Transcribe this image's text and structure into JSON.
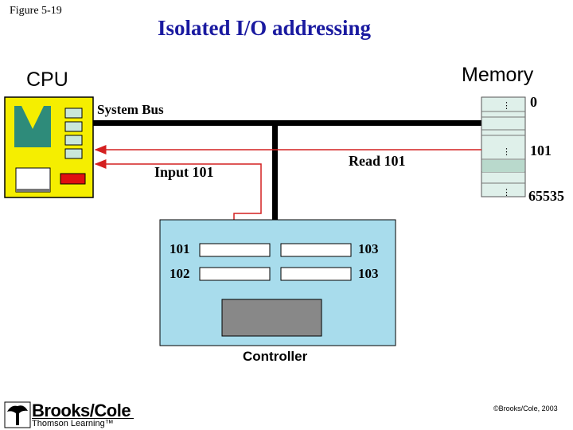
{
  "figure_label": "Figure 5-19",
  "title": "Isolated I/O addressing",
  "cpu": {
    "label": "CPU"
  },
  "memory": {
    "label": "Memory",
    "addresses": [
      "0",
      "101",
      "65535"
    ]
  },
  "bus": {
    "label": "System Bus"
  },
  "signals": {
    "input": "Input 101",
    "read": "Read 101"
  },
  "controller": {
    "label": "Controller",
    "registers": [
      {
        "id": "101"
      },
      {
        "id": "102"
      },
      {
        "id": "103"
      },
      {
        "id": "103"
      }
    ]
  },
  "footer": {
    "logo_name": "Brooks/Cole",
    "logo_sub": "Thomson Learning™",
    "copyright": "©Brooks/Cole, 2003"
  },
  "colors": {
    "cpu_fill": "#f5ee00",
    "cpu_chip": "#2e8b7a",
    "controller_fill": "#a8dcec",
    "signal_line": "#d42020",
    "title": "#1a1aa0"
  }
}
